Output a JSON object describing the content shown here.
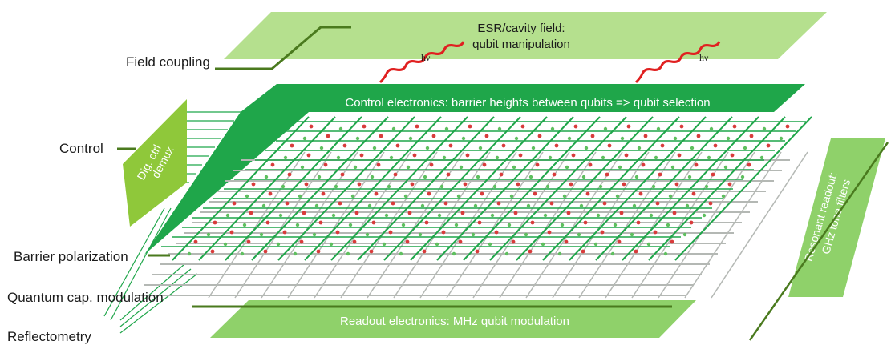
{
  "panels": {
    "esr_line1": "ESR/cavity field:",
    "esr_line2": "qubit manipulation",
    "control_electronics": "Control electronics: barrier heights between qubits => qubit selection",
    "demux_line1": "Dig. ctrl",
    "demux_line2": "demux",
    "resonant_line1": "Resonant readout:",
    "resonant_line2": "GHz tone filters",
    "readout_electronics": "Readout electronics: MHz qubit modulation",
    "photon_label": "hν"
  },
  "labels": {
    "field_coupling": "Field coupling",
    "control": "Control",
    "barrier_polarization": "Barrier polarization",
    "quantum_cap_modulation": "Quantum cap. modulation",
    "reflectometry": "Reflectometry"
  },
  "colors": {
    "dark_green": "#1fa64a",
    "light_green": "#8fd16a",
    "pale_green": "#b5e08e",
    "olive_green": "#4a7a1e",
    "wave_red": "#e02020",
    "grid_grey": "#b4b8b4",
    "qubit_red": "#d83b3b",
    "qubit_green": "#5fbf5f"
  }
}
